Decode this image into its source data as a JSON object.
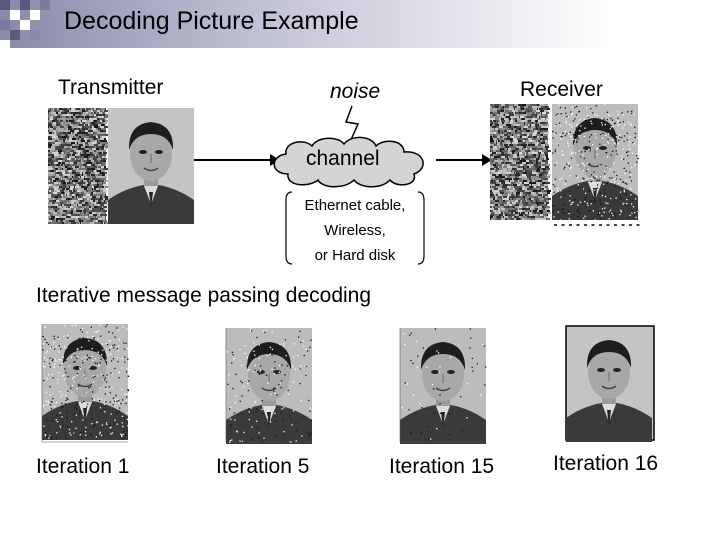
{
  "slide": {
    "title": "Decoding Picture Example"
  },
  "transmitter": {
    "label": "Transmitter"
  },
  "noise": {
    "label": "noise"
  },
  "receiver": {
    "label": "Receiver"
  },
  "channel": {
    "label": "channel",
    "media": [
      "Ethernet cable,",
      "Wireless,",
      "or Hard disk"
    ]
  },
  "decoding": {
    "heading": "Iterative message passing decoding",
    "iterations": [
      {
        "label": "Iteration 1",
        "noise_level": 0.55
      },
      {
        "label": "Iteration 5",
        "noise_level": 0.25
      },
      {
        "label": "Iteration 15",
        "noise_level": 0.08
      },
      {
        "label": "Iteration 16",
        "noise_level": 0.0
      }
    ]
  },
  "colors": {
    "title_gradient_start": "#8a8aa8",
    "cloud_fill": "#d4d4d4",
    "photo_bg": "#b8b8b8"
  }
}
